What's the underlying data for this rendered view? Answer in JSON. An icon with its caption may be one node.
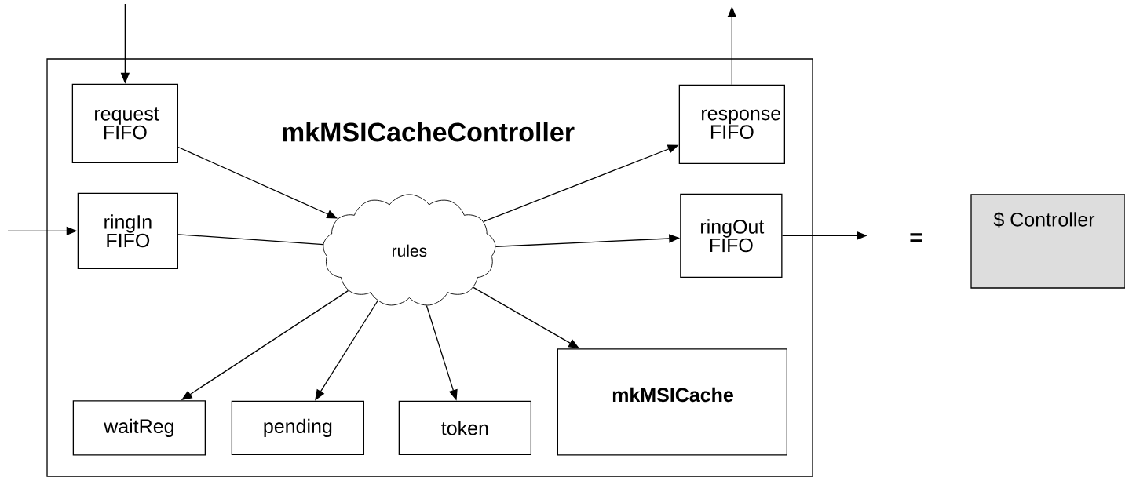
{
  "diagram": {
    "nodes": [
      {
        "text": [
          "mkMSICacheController"
        ]
      },
      {
        "text": [
          "request FIFO"
        ],
        "in": 0
      },
      {
        "text": [
          "response FIFO"
        ],
        "in": 0
      },
      {
        "text": [
          "ringIn FIFO"
        ],
        "in": 0
      },
      {
        "text": [
          "rules"
        ],
        "in": 0
      },
      {
        "text": [
          "ringOut FIFO"
        ],
        "in": 0
      },
      {
        "text": [
          "mkMSICache"
        ],
        "in": 0
      },
      {
        "text": [
          "waitReg"
        ],
        "in": 0
      },
      {
        "text": [
          "pending"
        ],
        "in": 0
      },
      {
        "text": [
          "token"
        ],
        "in": 0
      },
      {
        "text": [
          "$ Controller"
        ]
      }
    ],
    "edges": [
      {
        "from": null,
        "to": 1,
        "arrow": "to"
      },
      {
        "from": null,
        "to": 3,
        "arrow": "to"
      },
      {
        "from": 2,
        "to": null,
        "arrow": "to"
      },
      {
        "from": 5,
        "to": null,
        "arrow": "to"
      },
      {
        "from": 1,
        "to": 4,
        "arrow": "to"
      },
      {
        "from": 3,
        "to": 4,
        "arrow": "none"
      },
      {
        "from": 4,
        "to": 2,
        "arrow": "to"
      },
      {
        "from": 4,
        "to": 5,
        "arrow": "to"
      },
      {
        "from": 4,
        "to": 7,
        "arrow": "to"
      },
      {
        "from": 4,
        "to": 8,
        "arrow": "to"
      },
      {
        "from": 4,
        "to": 9,
        "arrow": "to"
      },
      {
        "from": 4,
        "to": 6,
        "arrow": "to"
      }
    ],
    "labels": [
      "="
    ]
  }
}
